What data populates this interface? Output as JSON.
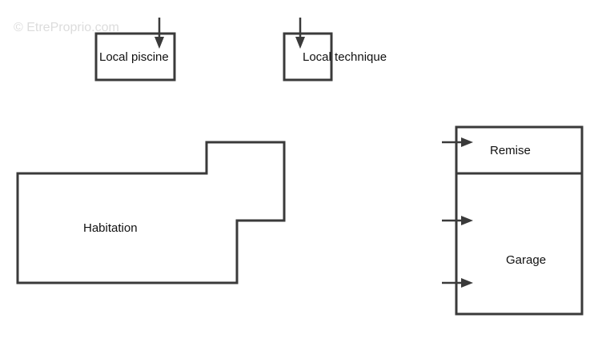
{
  "watermark": "© EtreProprio.com",
  "rooms": {
    "local_piscine": "Local piscine",
    "local_technique": "Local technique",
    "habitation": "Habitation",
    "remise": "Remise",
    "garage": "Garage"
  },
  "colors": {
    "outline": "#3a3a3a",
    "text": "#111111",
    "watermark": "#dcdcdc",
    "background": "#ffffff"
  }
}
